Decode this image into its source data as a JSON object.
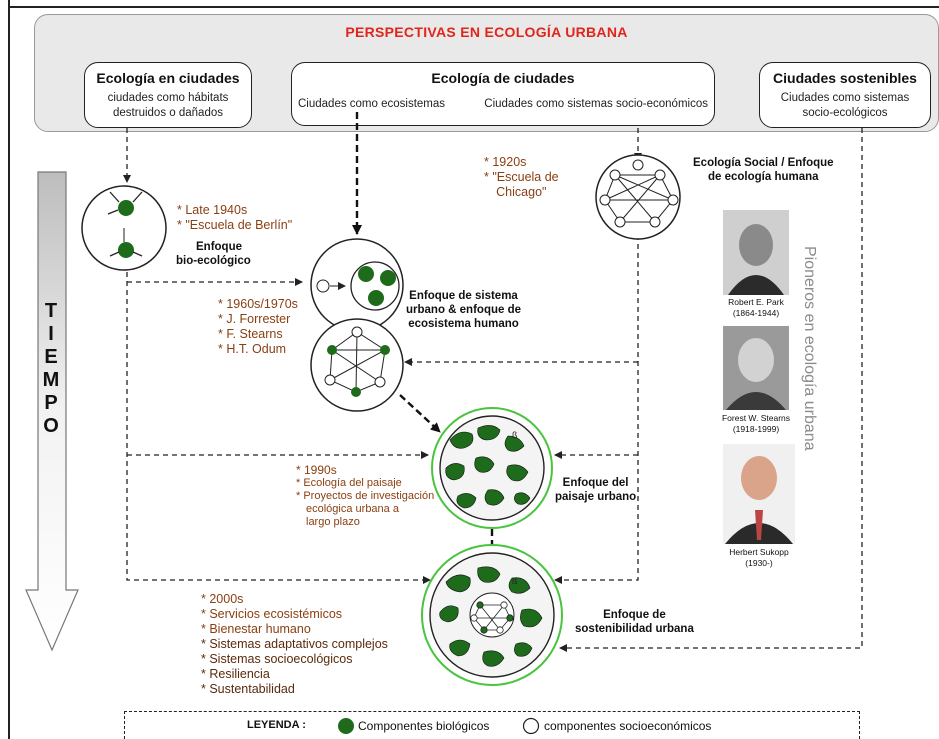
{
  "header": {
    "title": "PERSPECTIVAS EN ECOLOGÍA URBANA"
  },
  "perspectives": {
    "ecologia_en": {
      "title": "Ecología en ciudades",
      "line1": "ciudades como hábitats",
      "line2": "destruidos o dañados"
    },
    "ecologia_de": {
      "title": "Ecología de ciudades",
      "left": "Ciudades como ecosistemas",
      "right": "Ciudades como sistemas socio-económicos"
    },
    "sostenibles": {
      "title": "Ciudades sostenibles",
      "line1": "Ciudades como sistemas",
      "line2": "socio-ecológicos"
    }
  },
  "time_axis": {
    "label": "TIEMPO"
  },
  "eras": {
    "e1940": {
      "line1": "* Late 1940s",
      "line2": "* \"Escuela de Berlín\""
    },
    "e1920": {
      "line1": "* 1920s",
      "line2": "* \"Escuela de",
      "line3": "Chicago\""
    },
    "e1960": {
      "line1": "* 1960s/1970s",
      "line2": "* J. Forrester",
      "line3": "* F. Stearns",
      "line4": "* H.T. Odum"
    },
    "e1990": {
      "line1": "* 1990s",
      "line2": "* Ecología del paisaje",
      "line3": "* Proyectos de investigación",
      "line4": "ecológica urbana a",
      "line5": "largo plazo"
    },
    "e2000": {
      "items": [
        "* 2000s",
        "* Servicios ecosistémicos",
        "* Bienestar humano",
        "* Sistemas adaptativos complejos",
        "* Sistemas socioecológicos",
        "* Resiliencia",
        "* Sustentabilidad"
      ]
    }
  },
  "approaches": {
    "bio": {
      "line1": "Enfoque",
      "line2": "bio-ecológico"
    },
    "social": {
      "line1": "Ecología Social / Enfoque",
      "line2": "de ecología humana"
    },
    "sistema": {
      "line1": "Enfoque de sistema",
      "line2": "urbano & enfoque de",
      "line3": "ecosistema humano"
    },
    "paisaje": {
      "line1": "Enfoque del",
      "line2": "paisaje urbano"
    },
    "sostenibilidad": {
      "line1": "Enfoque de",
      "line2": "sostenibilidad urbana"
    }
  },
  "pioneers": {
    "label": "Pioneros en ecología urbana",
    "people": [
      {
        "name": "Robert E. Park",
        "years": "(1864-1944)"
      },
      {
        "name": "Forest W. Stearns",
        "years": "(1918-1999)"
      },
      {
        "name": "Herbert Sukopp",
        "years": "(1930-)"
      }
    ]
  },
  "legend": {
    "title": "LEYENDA :",
    "bio": "Componentes biológicos",
    "socio": "componentes socioeconómicos"
  },
  "colors": {
    "accent_red": "#e1251b",
    "green": "#1e6b1c",
    "brown": "#8a3f12",
    "light_green_ring": "#49c43f"
  }
}
